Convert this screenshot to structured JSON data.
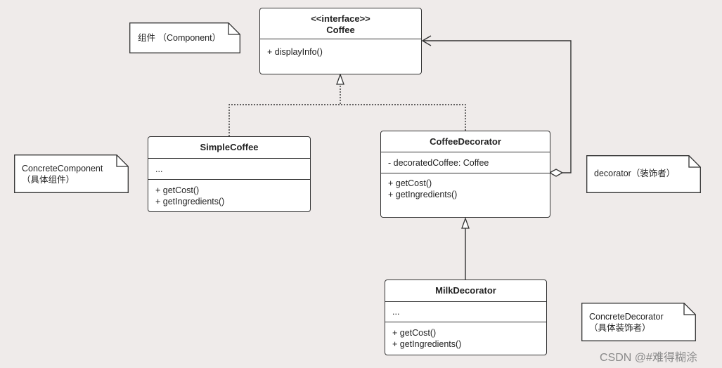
{
  "interface_class": {
    "stereotype": "<<interface>>",
    "name": "Coffee",
    "methods": [
      "+ displayInfo()"
    ]
  },
  "simple_coffee": {
    "name": "SimpleCoffee",
    "attributes": [
      "..."
    ],
    "methods": [
      "+ getCost()",
      "+ getIngredients()"
    ]
  },
  "coffee_decorator": {
    "name": "CoffeeDecorator",
    "attributes": [
      "- decoratedCoffee: Coffee"
    ],
    "methods": [
      "+ getCost()",
      "+ getIngredients()"
    ]
  },
  "milk_decorator": {
    "name": "MilkDecorator",
    "attributes": [
      "..."
    ],
    "methods": [
      "+ getCost()",
      "+ getIngredients()"
    ]
  },
  "notes": {
    "component": "组件 （Component）",
    "concrete_component_1": "ConcreteComponent",
    "concrete_component_2": "（具体组件）",
    "decorator": "decorator（装饰者）",
    "concrete_decorator_1": "ConcreteDecorator",
    "concrete_decorator_2": "（具体装饰者）"
  },
  "watermark": "CSDN @#难得糊涂"
}
